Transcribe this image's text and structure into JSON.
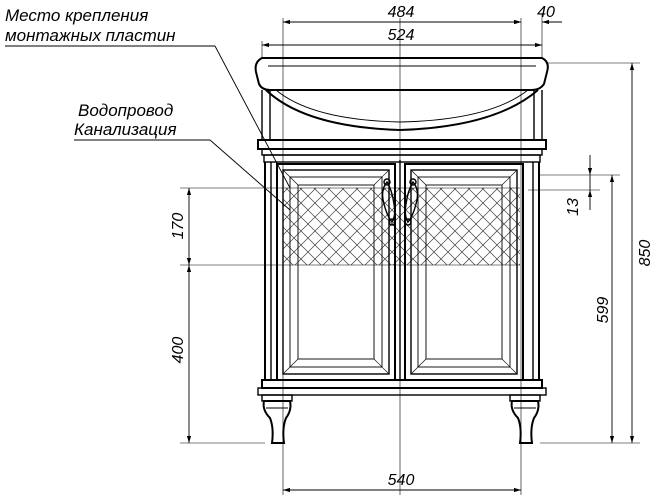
{
  "labels": {
    "mount_line1": "Место крепления",
    "mount_line2": "монтажных пластин",
    "water_supply": "Водопровод",
    "sewerage": "Канализация"
  },
  "dimensions": {
    "inner_width": "484",
    "offset": "40",
    "basin_width": "524",
    "total_height": "850",
    "small_offset": "13",
    "mount_zone_height": "170",
    "cabinet_height": "599",
    "legs_to_zone": "400",
    "body_width": "540"
  }
}
